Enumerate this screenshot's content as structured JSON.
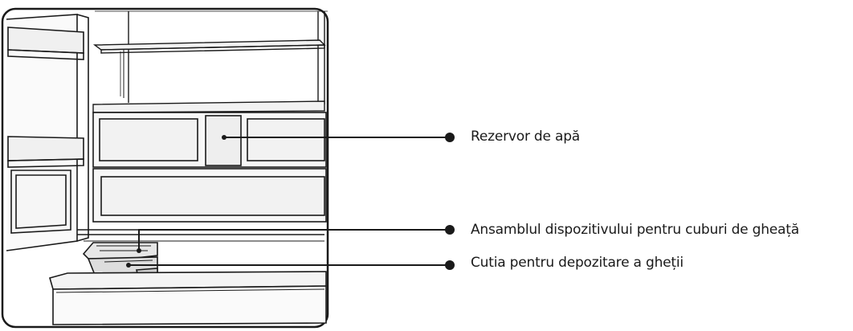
{
  "callouts": [
    {
      "label": "Rezervor de apă"
    },
    {
      "label": "Ansamblul dispozitivului pentru cuburi de gheață"
    },
    {
      "label": "Cutia pentru depozitare a gheții"
    }
  ],
  "colors": {
    "line": "#1a1a1a",
    "panel_fill": "#f4f4f4",
    "background": "#ffffff"
  }
}
